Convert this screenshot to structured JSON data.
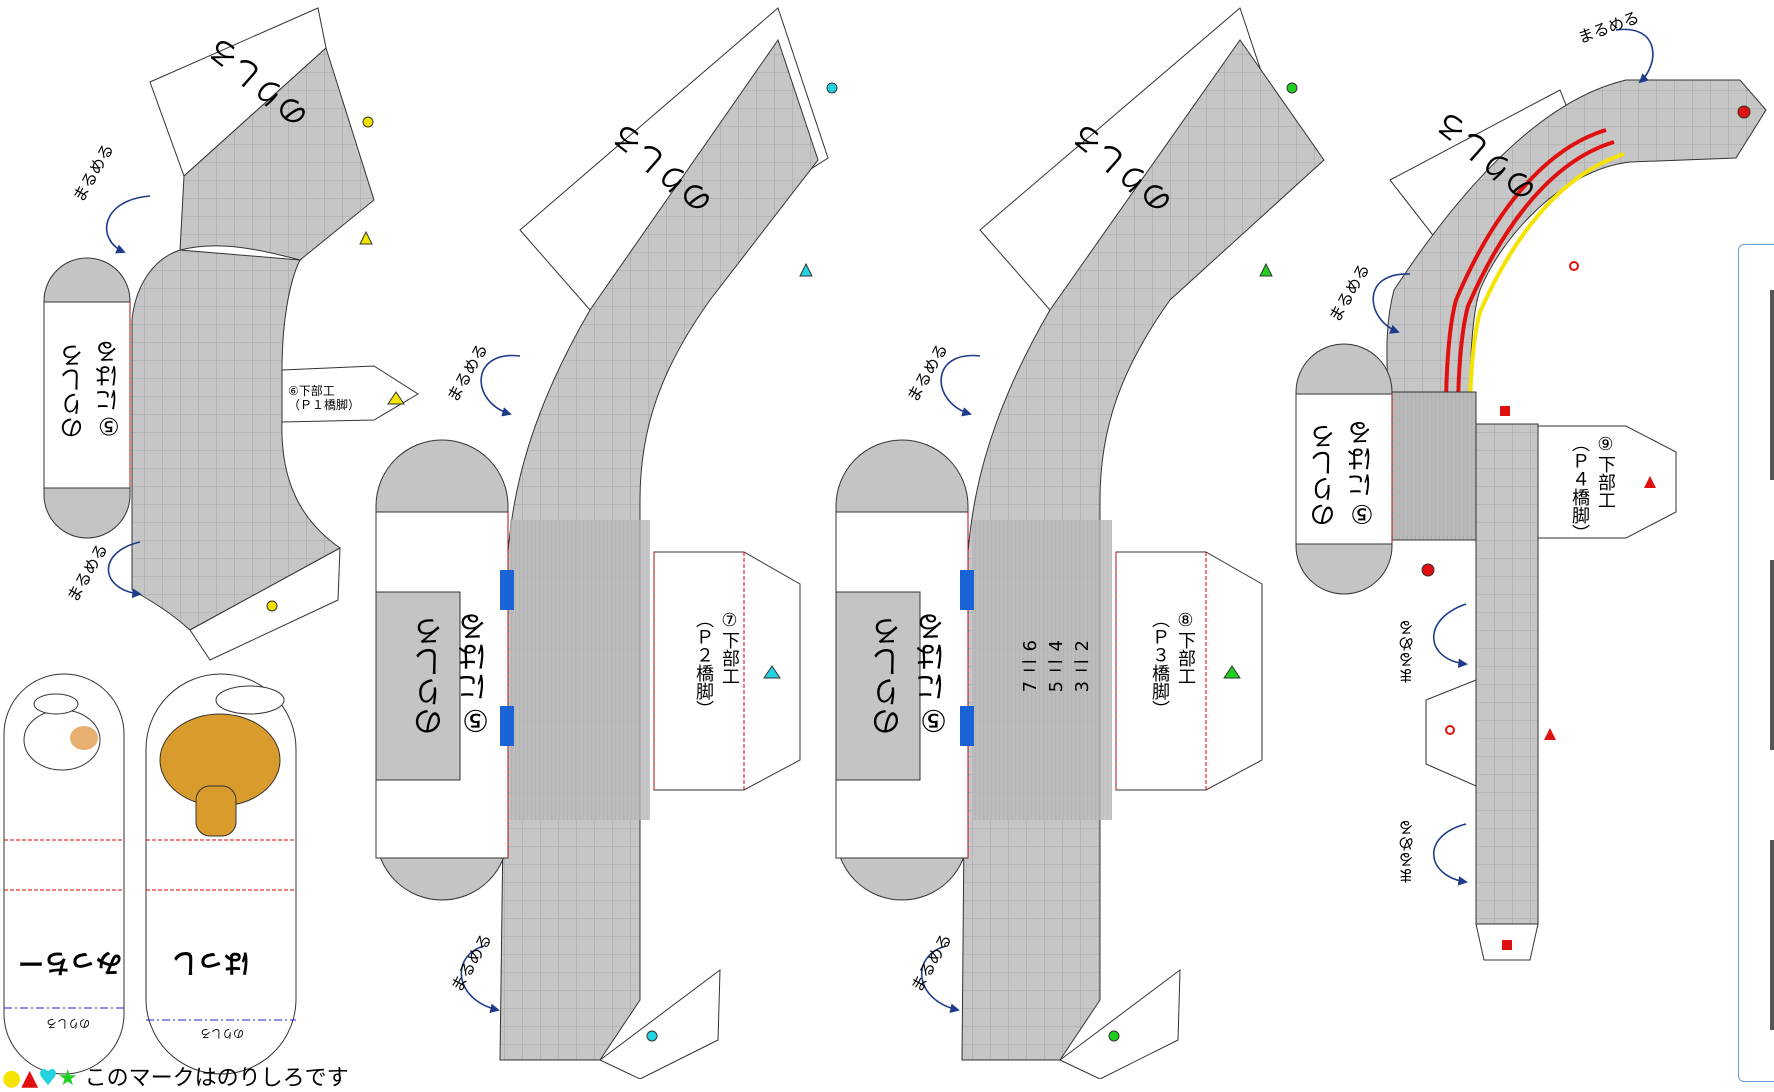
{
  "sheet": {
    "paste_label": "のりしろ",
    "roll_label": "まるめる",
    "paste_to_5": "のりしろ\n⑤にはる",
    "piece6": "⑥下部工\n（Ｐ１橋脚）",
    "piece7": "⑦下部工\n（Ｐ２橋脚）",
    "piece8": "⑧下部工\n（Ｐ３橋脚）",
    "piece9": "⑨下部工\n（Ｐ４橋脚）",
    "tape_note": "7 ニ 6\n5 ニ 4\n3 ニ 2",
    "char1_name": "みっちー",
    "char2_name": "はっし",
    "char_flap": "のりしろ",
    "footer_note": "このマークはのりしろです"
  },
  "colors": {
    "yellow": "#f5e400",
    "cyan": "#22d3e0",
    "green": "#1fcf1f",
    "red": "#e01010",
    "blue_bar": "#1a63d6",
    "road_gray": "#c6c6c6"
  }
}
